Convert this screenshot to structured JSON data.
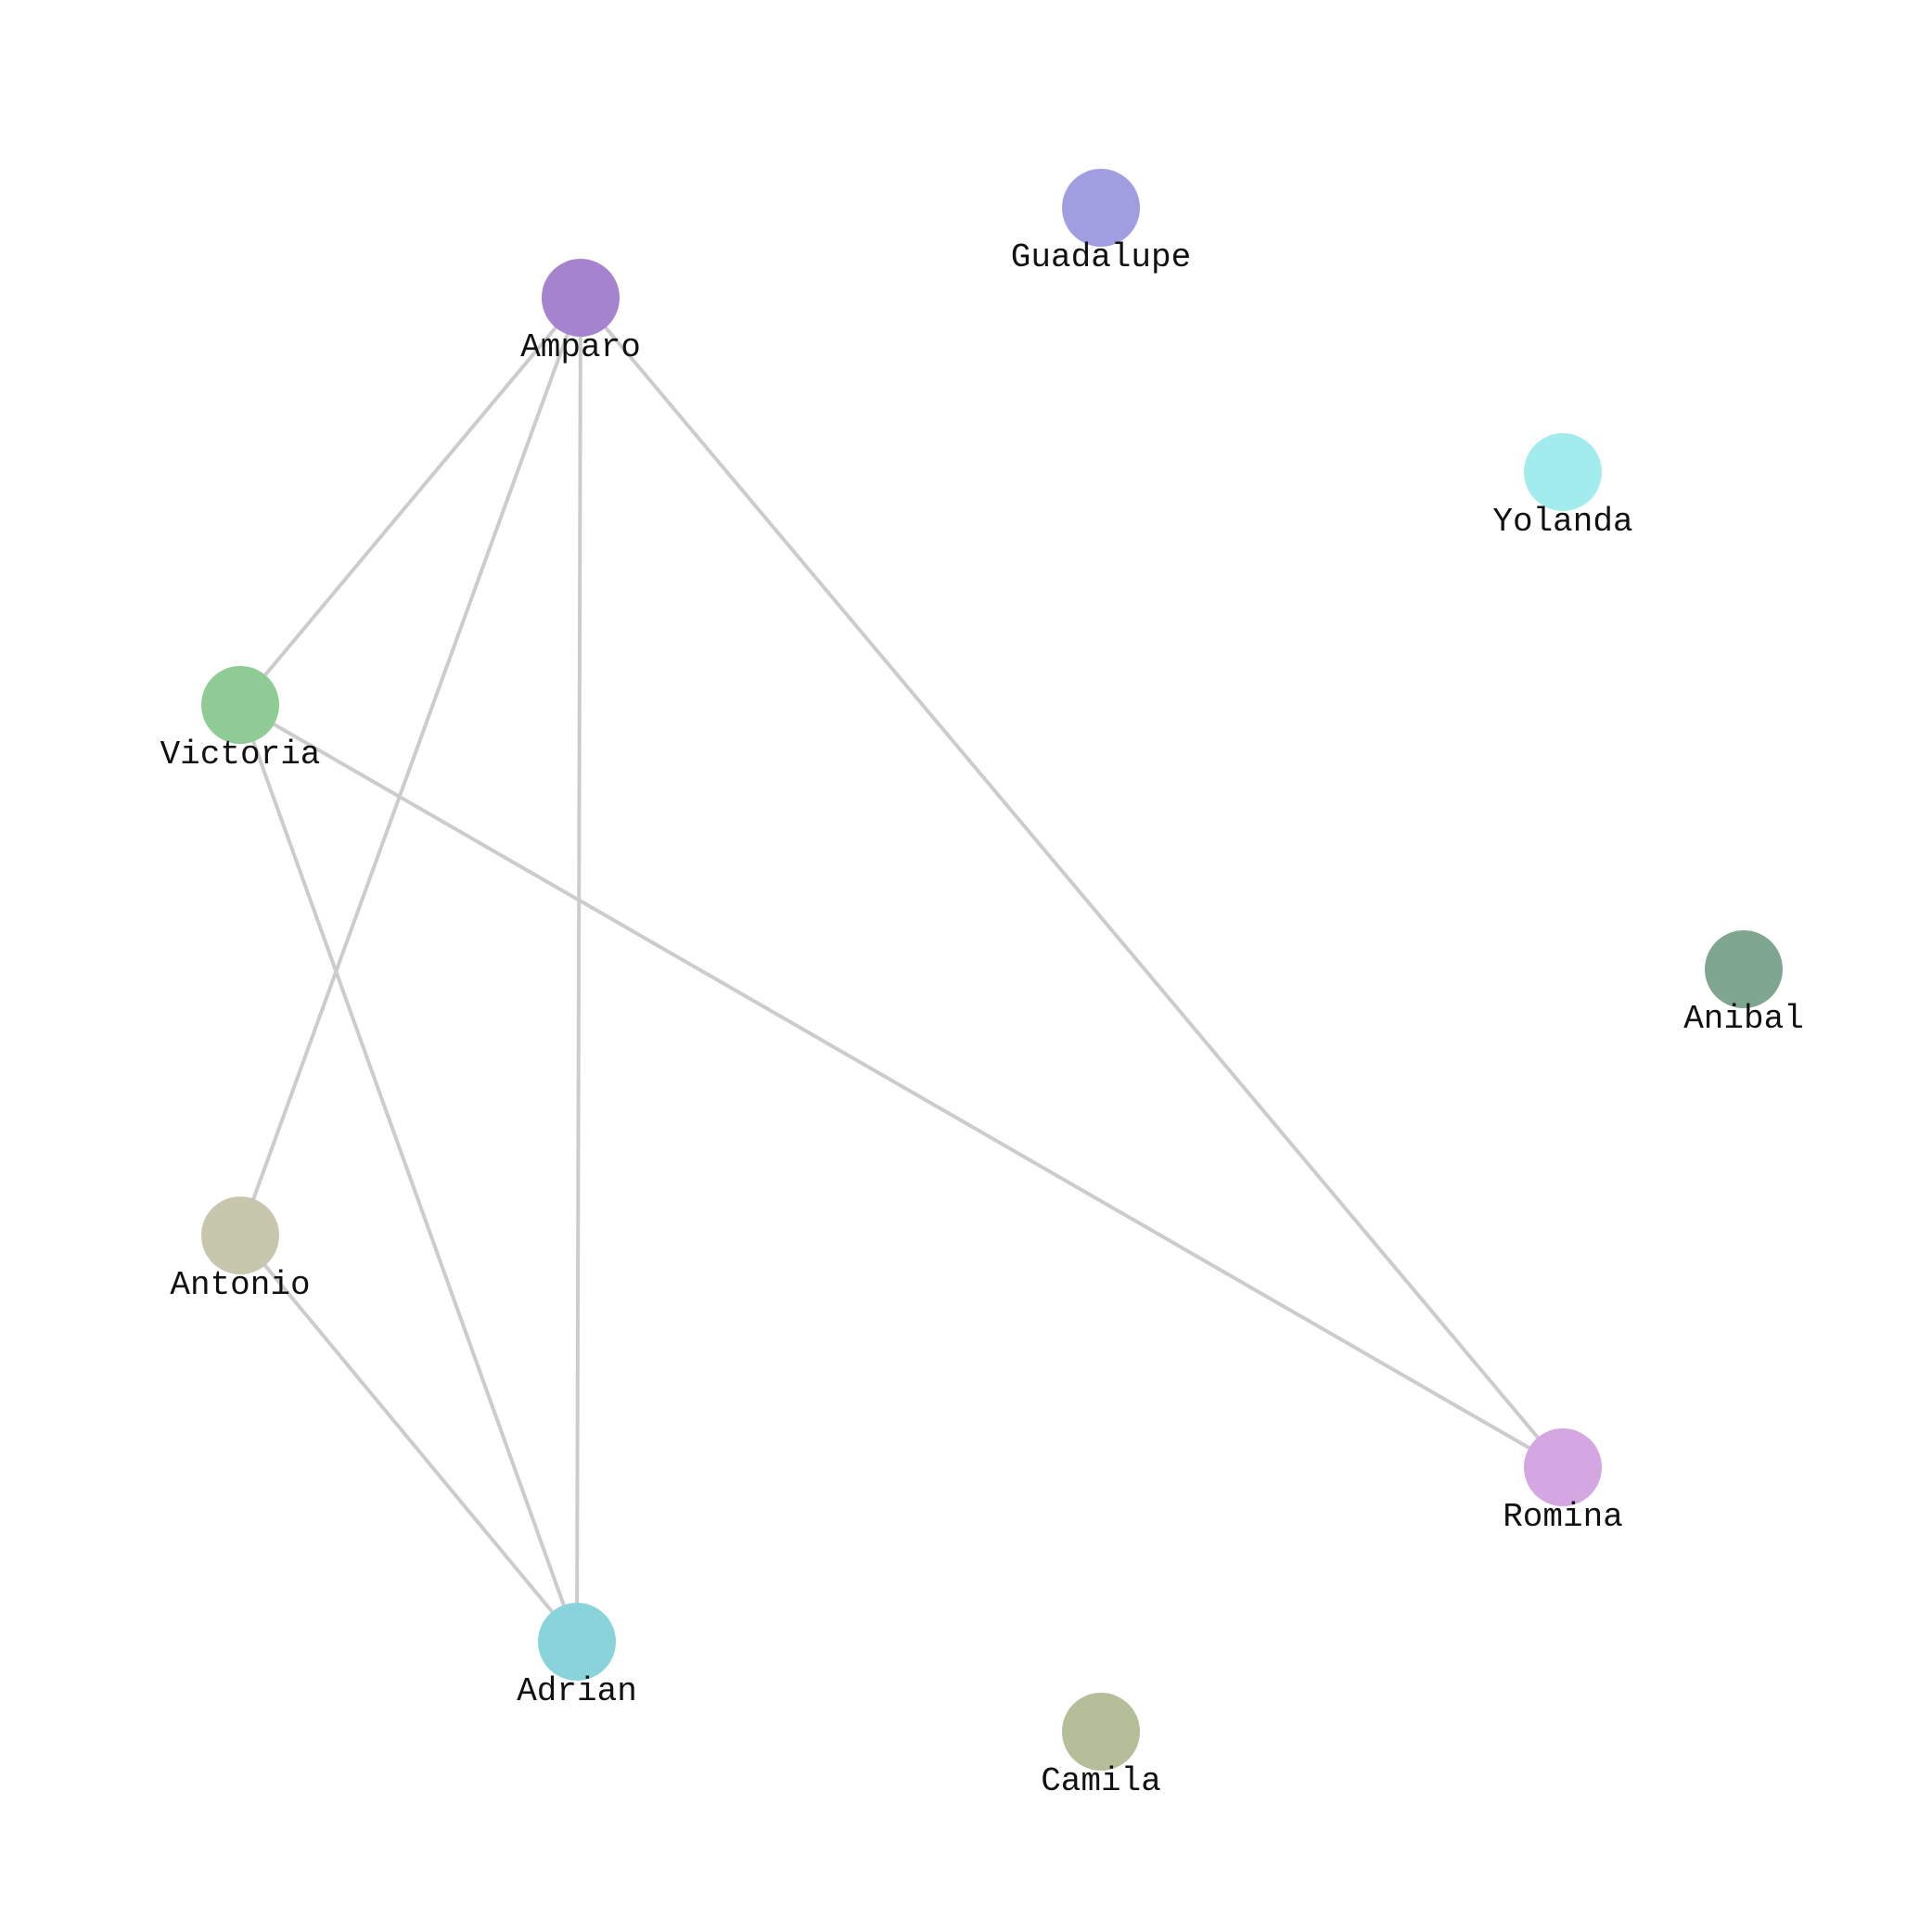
{
  "nodes": [
    {
      "id": "Guadalupe",
      "label": "Guadalupe",
      "color": "#a09ee0"
    },
    {
      "id": "Amparo",
      "label": "Amparo",
      "color": "#a683ce"
    },
    {
      "id": "Yolanda",
      "label": "Yolanda",
      "color": "#a3ecee"
    },
    {
      "id": "Victoria",
      "label": "Victoria",
      "color": "#8ecb95"
    },
    {
      "id": "Anibal",
      "label": "Anibal",
      "color": "#7fa690"
    },
    {
      "id": "Antonio",
      "label": "Antonio",
      "color": "#c6c7ad"
    },
    {
      "id": "Romina",
      "label": "Romina",
      "color": "#d4a7e2"
    },
    {
      "id": "Adrian",
      "label": "Adrian",
      "color": "#89d4da"
    },
    {
      "id": "Camila",
      "label": "Camila",
      "color": "#b4bf99"
    }
  ],
  "edges": [
    {
      "source": "Amparo",
      "target": "Victoria"
    },
    {
      "source": "Amparo",
      "target": "Antonio"
    },
    {
      "source": "Amparo",
      "target": "Adrian"
    },
    {
      "source": "Amparo",
      "target": "Romina"
    },
    {
      "source": "Victoria",
      "target": "Adrian"
    },
    {
      "source": "Victoria",
      "target": "Romina"
    },
    {
      "source": "Antonio",
      "target": "Adrian"
    }
  ],
  "edge_color": "#cccccc"
}
